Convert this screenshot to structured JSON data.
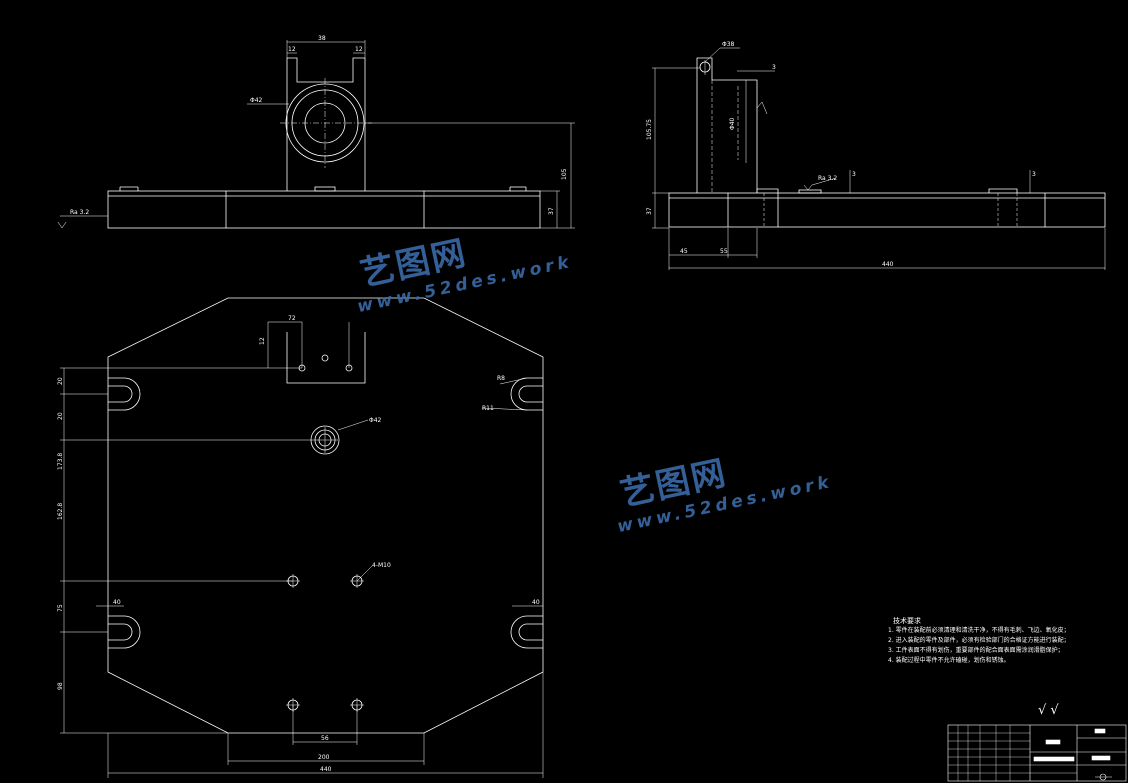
{
  "drawing": {
    "front_view": {
      "dims": [
        "38",
        "12",
        "12",
        "Φ42",
        "105",
        "37",
        "Ra 3.2"
      ]
    },
    "side_view": {
      "dims": [
        "Φ38",
        "3",
        "105.75",
        "Φ40",
        "Ra 3.2",
        "3",
        "3",
        "37",
        "45",
        "55",
        "440"
      ]
    },
    "plan_view": {
      "dims": [
        "72",
        "12",
        "20",
        "R8",
        "R11",
        "20",
        "173.8",
        "Φ42",
        "162.8",
        "4-M10",
        "40",
        "40",
        "75",
        "98",
        "56",
        "200",
        "440"
      ]
    }
  },
  "tech_requirements": {
    "title": "技术要求",
    "items": [
      "1. 零件在装配前必须清理和清洗干净，不得有毛刺、飞边、氧化皮；",
      "2. 进入装配的零件及部件，必须有检验部门的合格证方能进行装配；",
      "3. 工件表面不得有划伤，重要部件的配合面表面需涂润滑脂保护；",
      "4. 装配过程中零件不允许磕碰，划伤和锈蚀。"
    ]
  },
  "title_block": {
    "roughness_marks": "√ √"
  },
  "watermark": {
    "cn": "艺图网",
    "url": "www.52des.work"
  }
}
